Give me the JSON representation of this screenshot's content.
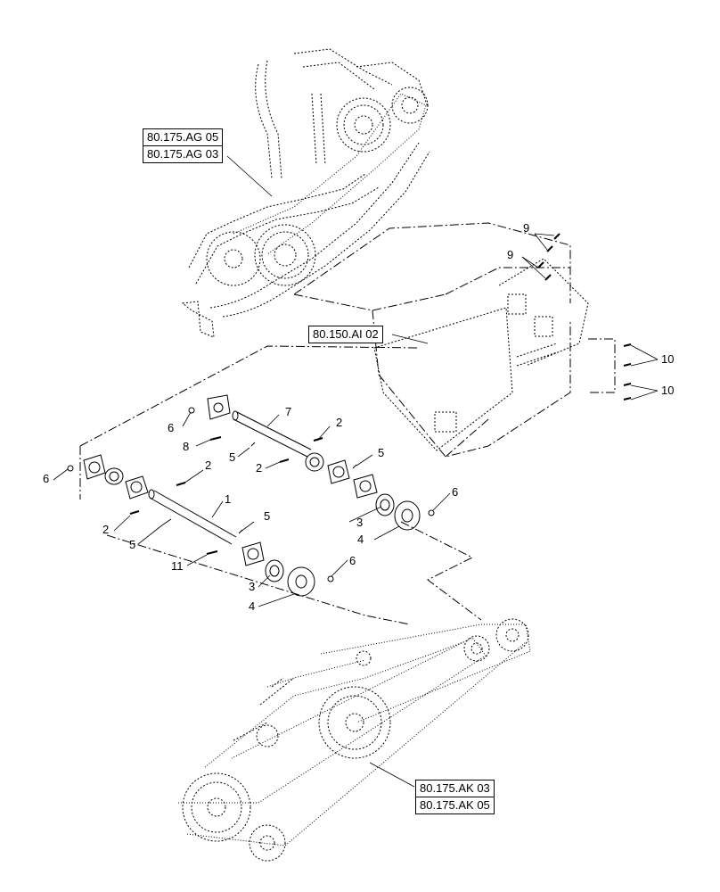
{
  "references": {
    "top_assembly": [
      "80.175.AG 05",
      "80.175.AG 03"
    ],
    "frame": [
      "80.150.AI 02"
    ],
    "chain_drive": [
      "80.175.AK 03",
      "80.175.AK 05"
    ]
  },
  "callouts": {
    "c1": "1",
    "c2a": "2",
    "c2b": "2",
    "c2c": "2",
    "c2d": "2",
    "c3a": "3",
    "c3b": "3",
    "c4a": "4",
    "c4b": "4",
    "c5a": "5",
    "c5b": "5",
    "c5c": "5",
    "c5d": "5",
    "c6a": "6",
    "c6b": "6",
    "c6c": "6",
    "c6d": "6",
    "c7": "7",
    "c8": "8",
    "c9a": "9",
    "c9b": "9",
    "c10a": "10",
    "c10b": "10",
    "c11": "11"
  }
}
